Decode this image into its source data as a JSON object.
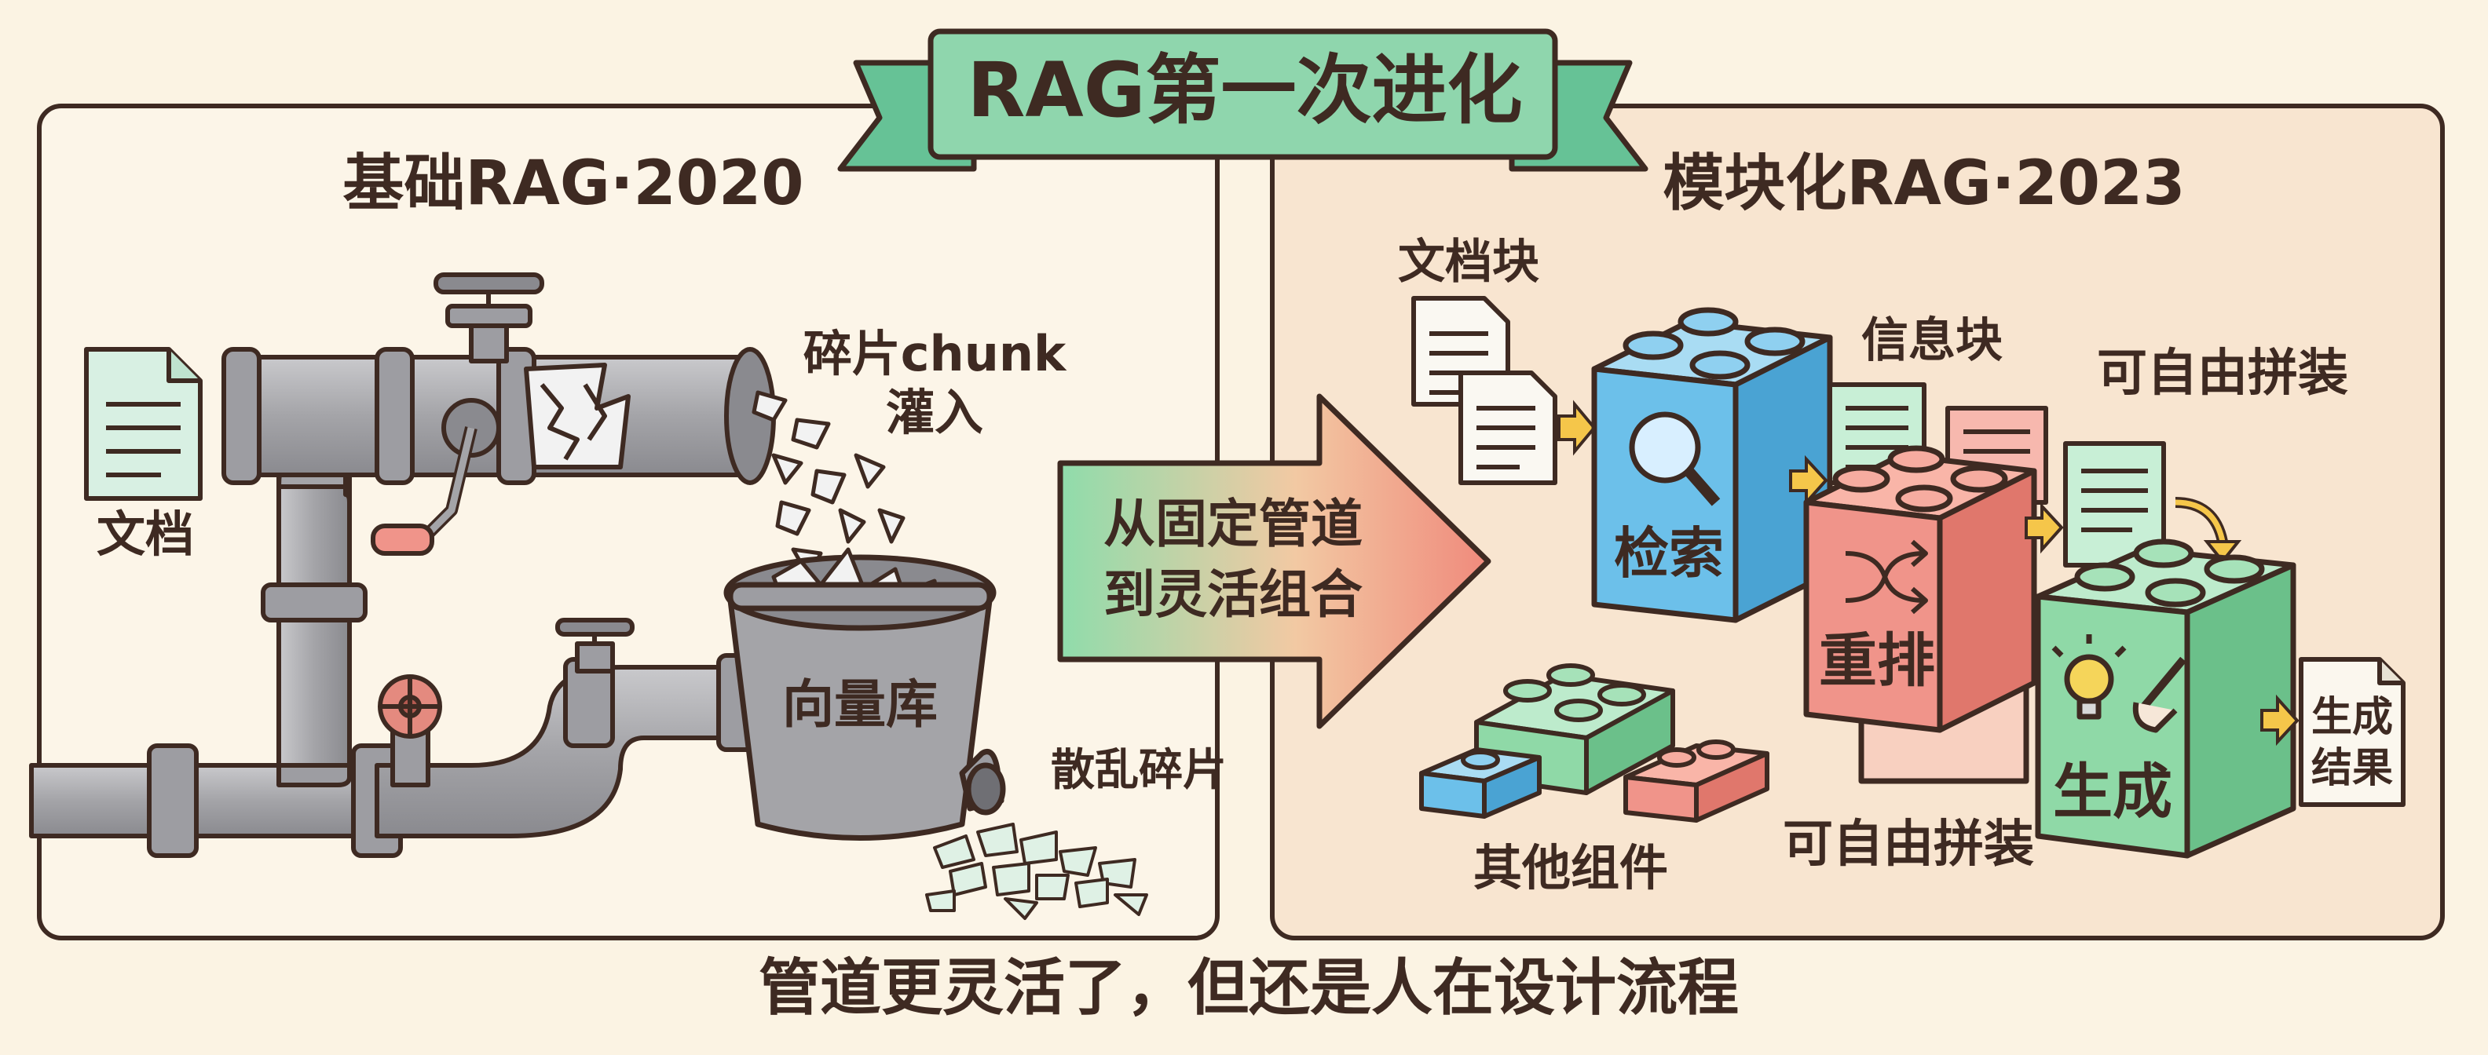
{
  "banner": {
    "title": "RAG第一次进化"
  },
  "left_panel": {
    "title": "基础RAG·2020",
    "doc_label": "文档",
    "chunk_label_line1": "碎片chunk",
    "chunk_label_line2": "灌入",
    "bucket_label": "向量库",
    "scatter_label": "散乱碎片"
  },
  "center_arrow": {
    "line1": "从固定管道",
    "line2": "到灵活组合"
  },
  "right_panel": {
    "title": "模块化RAG·2023",
    "doc_chunks_label": "文档块",
    "info_chunks_label": "信息块",
    "free_assemble_top": "可自由拼装",
    "retrieve_label": "检索",
    "rerank_label": "重排",
    "generate_label": "生成",
    "result_label_line1": "生成",
    "result_label_line2": "结果",
    "other_components_label": "其他组件",
    "free_assemble_bottom": "可自由拼装"
  },
  "footer": {
    "caption": "管道更灵活了，但还是人在设计流程"
  },
  "colors": {
    "outline": "#3e2a22",
    "banner_green": "#8fd6ad",
    "pipe_gray": "#a8a8ab",
    "block_blue": "#6cc0ea",
    "block_red": "#f0948a",
    "block_green": "#8fd9a7",
    "right_panel_bg": "#f8e5d0",
    "left_panel_bg": "#fcf5e8"
  }
}
